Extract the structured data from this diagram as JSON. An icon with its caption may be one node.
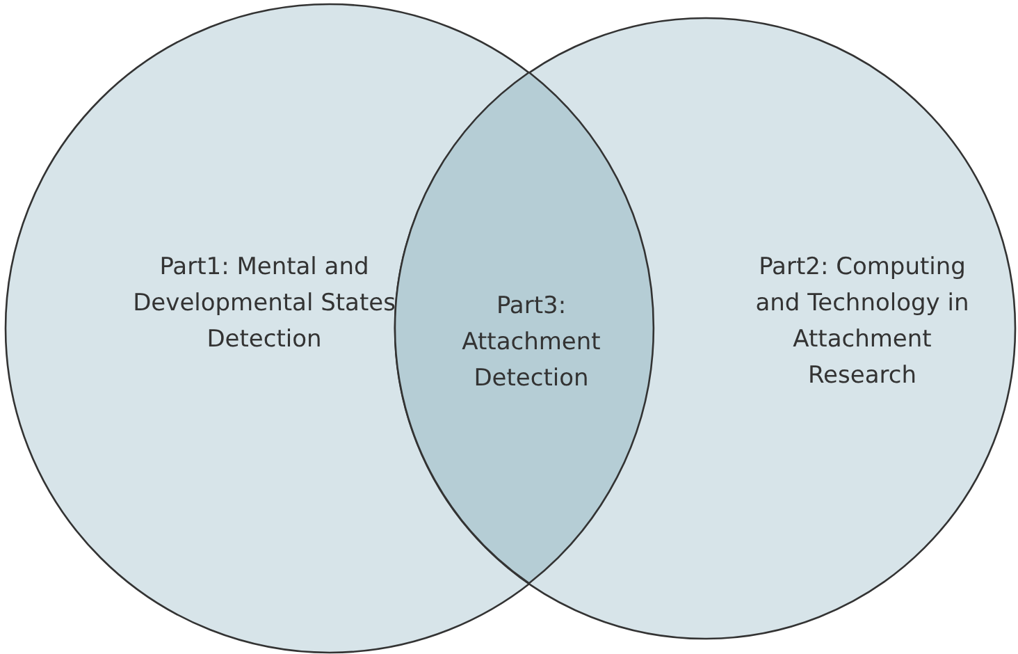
{
  "diagram": {
    "nodes": [
      {
        "text": [
          "Part1: Mental and Developmental States Detection"
        ]
      },
      {
        "text": [
          "Part2: Computing and Technology in Attachment Research"
        ]
      },
      {
        "text": [
          "Part3: Attachment Detection"
        ]
      }
    ]
  }
}
